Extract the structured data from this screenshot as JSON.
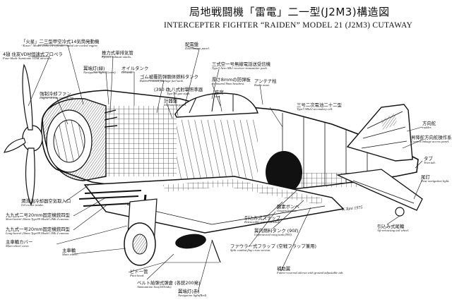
{
  "title": {
    "jp": "局地戦闘機「雷電」二一型(J2M3)構造図",
    "en": "INTERCEPTER FIGHTER “RAIDEN” MODEL 21 (J2M3) CUTAWAY"
  },
  "signature": "K.Tani  1975",
  "labels": [
    {
      "id": "engine",
      "jp": "「火星」二三型甲空冷式14気筒発動機",
      "en": "“Kasei” Model 23Ko 14-cylinder radial air-cooled engine."
    },
    {
      "id": "propeller",
      "jp": "4翅 住友VDM恒速式プロペラ",
      "en": "Four-blade Sumitomo VDM airscrew."
    },
    {
      "id": "cooling-fan",
      "jp": "強制冷却ファン",
      "en": "Engine-driven cooling fan."
    },
    {
      "id": "exhaust",
      "jp": "推力式単排気管",
      "en": "Ejector exhaust stacks."
    },
    {
      "id": "nav-light-green",
      "jp": "翼端灯(緑)",
      "en": "Navigation light (Green)."
    },
    {
      "id": "oil-tank",
      "jp": "オイルタンク",
      "en": "Oil tank."
    },
    {
      "id": "fuselage-tank",
      "jp": "ゴム被覆防弾胴体燃料タンク",
      "en": "Rubber-coated fuselage fuel tank."
    },
    {
      "id": "fuselage-tank-cap",
      "jp": "(390 ℓ)",
      "en": ""
    },
    {
      "id": "gunsight",
      "jp": "九八式射撃照準器",
      "en": "Type 98 gun sight."
    },
    {
      "id": "instrument-panel",
      "jp": "計器盤",
      "en": "Instrument panel."
    },
    {
      "id": "distribution-panel",
      "jp": "配電盤",
      "en": "Distribution panel."
    },
    {
      "id": "radio",
      "jp": "三式空一号無線電話送受信機",
      "en": "Type3 Aero Mk1 receiver-transmitter pack."
    },
    {
      "id": "headrest",
      "jp": "厚さ8mmの防弾板",
      "en": "Armoured 8mm headrest."
    },
    {
      "id": "seat",
      "jp": "座席",
      "en": "seat."
    },
    {
      "id": "antenna",
      "jp": "アンテナ柱",
      "en": "Radio mast."
    },
    {
      "id": "secondary-cell",
      "jp": "三号二次電池二十二型",
      "en": "Type3 Mk22 secondary cell."
    },
    {
      "id": "rudder",
      "jp": "方向舵",
      "en": "rudder."
    },
    {
      "id": "control-linkage",
      "jp": "昇降舵方向舵操作系",
      "en": "Control linkage access panel."
    },
    {
      "id": "tab",
      "jp": "タブ",
      "en": "Trim tab."
    },
    {
      "id": "tail-light",
      "jp": "尾灯",
      "en": "Rear navigation light."
    },
    {
      "id": "tail-wheel",
      "jp": "引込み式尾輪",
      "en": "Aft-retracting tail wheel."
    },
    {
      "id": "oxygen",
      "jp": "酸素ボンベ",
      "en": "Oxygen bottles."
    },
    {
      "id": "step",
      "jp": "引込み式ステップ",
      "en": "Retractable step (extended)."
    },
    {
      "id": "wing-tank",
      "jp": "翼内燃料タンク (90ℓ)",
      "en": "Unprotected wing tank (90ℓ)."
    },
    {
      "id": "flap",
      "jp": "ファウラー式フラップ (空戦フラップ兼用)",
      "en": "Split combat flap cross section."
    },
    {
      "id": "aileron",
      "jp": "補助翼",
      "en": "Fabric-covered aileron with ground adjustable tab."
    },
    {
      "id": "oil-cooler",
      "jp": "潤滑油冷却器空気取入口",
      "en": "Oil cooler intake."
    },
    {
      "id": "cannon-short",
      "jp": "九九式二号20mm固定機銃四型",
      "en": "Short barrel 20mm Type99 Model 2Mk.4 cannon."
    },
    {
      "id": "cannon-long",
      "jp": "九九式一号20mm固定機銃四型",
      "en": "Long-barrel 20mm Type99 Model 1Mk.4 cannon."
    },
    {
      "id": "wheel-cover",
      "jp": "主車輪カバー",
      "en": "Main wheel cover."
    },
    {
      "id": "main-wheel",
      "jp": "主車輪",
      "en": "Main wheel."
    },
    {
      "id": "pitot",
      "jp": "ピトー管",
      "en": "Pitot head."
    },
    {
      "id": "ammo",
      "jp": "ベルト給弾式弾倉 (各銃200発)",
      "en": "Ammunition box(200rnds)."
    },
    {
      "id": "nav-light-red",
      "jp": "翼端灯(赤)",
      "en": "Navigation light(Red)."
    }
  ]
}
